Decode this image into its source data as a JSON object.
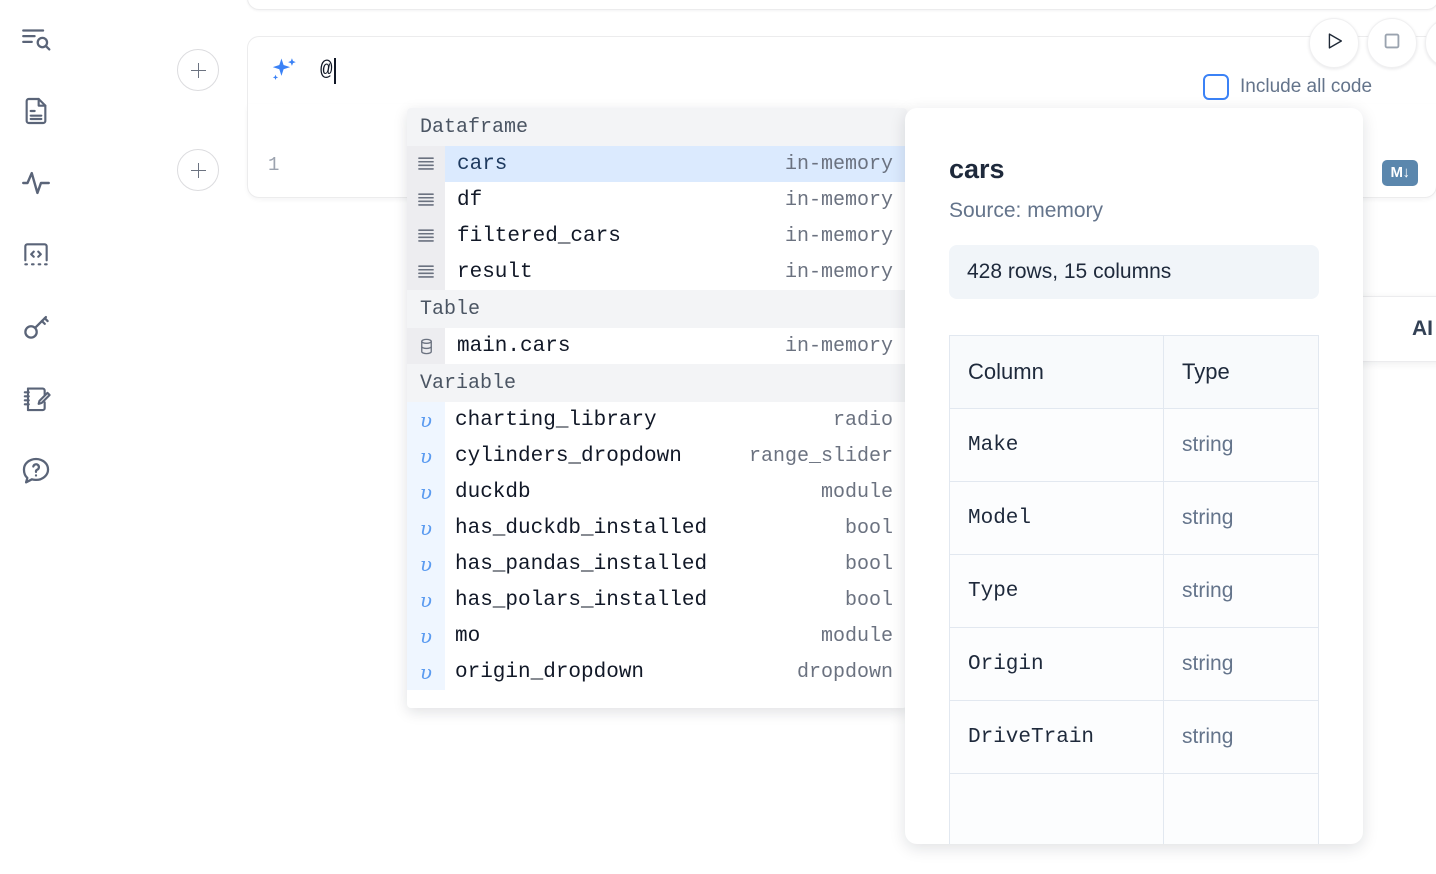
{
  "sidebar": {
    "items": [
      {
        "name": "search-outline-icon",
        "label": "Outline search"
      },
      {
        "name": "file-text-icon",
        "label": "Notebook file"
      },
      {
        "name": "activity-pulse-icon",
        "label": "Activity"
      },
      {
        "name": "code-snippet-icon",
        "label": "Snippets"
      },
      {
        "name": "key-icon",
        "label": "Secrets"
      },
      {
        "name": "scratchpad-edit-icon",
        "label": "Scratchpad"
      },
      {
        "name": "help-chat-icon",
        "label": "Help"
      }
    ]
  },
  "toolbar": {
    "run_button_label": "Run",
    "stop_button_label": "Stop",
    "include_all_code_label": "Include all code",
    "include_all_code_checked": false
  },
  "ai_prompt": {
    "value": "@",
    "placeholder": "",
    "icon": "sparkle-ai-icon"
  },
  "code_cell": {
    "line_number": "1",
    "content": "",
    "database_icon": "database-icon",
    "markdown_badge": "M↓"
  },
  "ai_card": {
    "label": "AI"
  },
  "completion": {
    "groups": [
      {
        "title": "Dataframe",
        "kind": "dataframe",
        "items": [
          {
            "name": "cars",
            "type": "in-memory",
            "selected": true
          },
          {
            "name": "df",
            "type": "in-memory",
            "selected": false
          },
          {
            "name": "filtered_cars",
            "type": "in-memory",
            "selected": false
          },
          {
            "name": "result",
            "type": "in-memory",
            "selected": false
          }
        ]
      },
      {
        "title": "Table",
        "kind": "table",
        "items": [
          {
            "name": "main.cars",
            "type": "in-memory",
            "selected": false
          }
        ]
      },
      {
        "title": "Variable",
        "kind": "variable",
        "items": [
          {
            "name": "charting_library",
            "type": "radio",
            "selected": false
          },
          {
            "name": "cylinders_dropdown",
            "type": "range_slider",
            "selected": false
          },
          {
            "name": "duckdb",
            "type": "module",
            "selected": false
          },
          {
            "name": "has_duckdb_installed",
            "type": "bool",
            "selected": false
          },
          {
            "name": "has_pandas_installed",
            "type": "bool",
            "selected": false
          },
          {
            "name": "has_polars_installed",
            "type": "bool",
            "selected": false
          },
          {
            "name": "mo",
            "type": "module",
            "selected": false
          },
          {
            "name": "origin_dropdown",
            "type": "dropdown",
            "selected": false
          }
        ]
      }
    ]
  },
  "preview": {
    "title": "cars",
    "source": "Source: memory",
    "stats": "428 rows, 15 columns",
    "columns_header": [
      "Column",
      "Type"
    ],
    "rows": [
      {
        "column": "Make",
        "type": "string"
      },
      {
        "column": "Model",
        "type": "string"
      },
      {
        "column": "Type",
        "type": "string"
      },
      {
        "column": "Origin",
        "type": "string"
      },
      {
        "column": "DriveTrain",
        "type": "string"
      }
    ]
  },
  "colors": {
    "accent_blue": "#3b82f6",
    "selection_blue": "#dbeafe",
    "variable_gutter": "#eff6ff",
    "group_header_gray": "#f3f4f6",
    "markdown_badge": "#5b87ad"
  }
}
